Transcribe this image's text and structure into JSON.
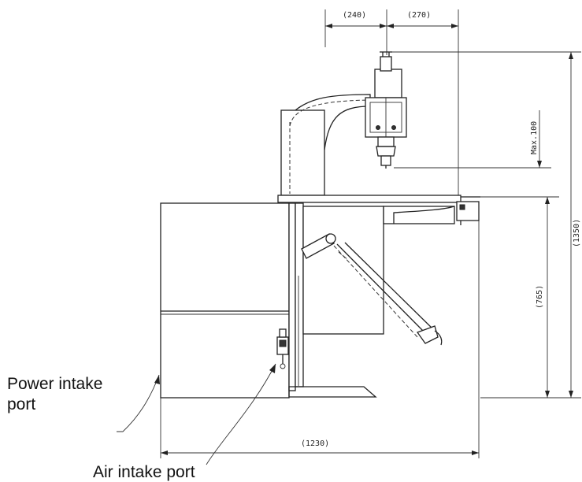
{
  "dimensions": {
    "d240": "(240)",
    "d270": "(270)",
    "max100": "Max.100",
    "d1350": "(1350)",
    "d765": "(765)",
    "d1230": "(1230)"
  },
  "callouts": {
    "power_intake": [
      "Power intake",
      "port"
    ],
    "air_intake": "Air intake port"
  }
}
